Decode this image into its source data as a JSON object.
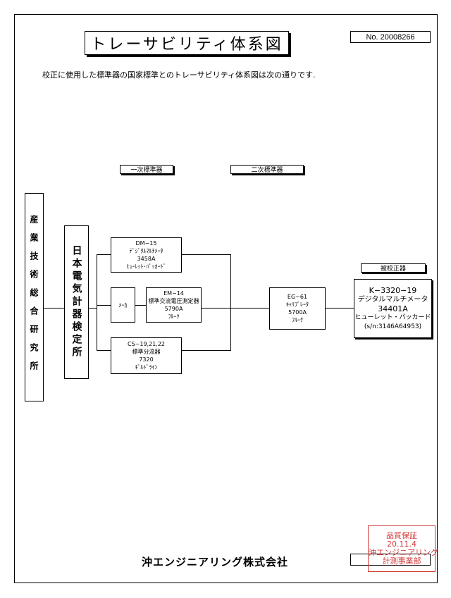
{
  "document": {
    "title": "トレーサビリティ体系図",
    "number": "No. 20008266",
    "intro": "校正に使用した標準器の国家標準とのトレーサビリティ体系図は次の通りです.",
    "company": "沖エンジニアリング株式会社"
  },
  "headers": {
    "primary": "一次標準器",
    "secondary": "二次標準器",
    "calibrated": "被校正器"
  },
  "nodes": {
    "aist": "産業技術総合研究所",
    "jemic": "日本電気計器検定所",
    "maker": "ﾒｰｶ",
    "dm15": [
      "DM−15",
      "ﾃﾞｼﾞﾀﾙﾏﾙﾁﾒｰﾀ",
      "3458A",
      "ﾋｭｰﾚｯﾄ･ﾊﾟｯｶｰﾄﾞ"
    ],
    "em14": [
      "EM−14",
      "標準交流電圧測定器",
      "5790A",
      "ﾌﾙｰｸ"
    ],
    "cs19": [
      "CS−19,21,22",
      "標準分流器",
      "7320",
      "ｷﾞﾙﾄﾞﾗｲﾝ"
    ],
    "eg61": [
      "EG−61",
      "ｷｬﾘﾌﾞﾚｰﾀ",
      "5700A",
      "ﾌﾙｰｸ"
    ],
    "target": [
      "K−3320−19",
      "デジタルマルチメータ",
      "34401A",
      "ヒューレット・パッカード",
      "(s/n:3146A64953)"
    ]
  },
  "stamp": {
    "lines": [
      "品質保証",
      "20.11.4",
      "沖エンジニアリング",
      "計測事業部"
    ]
  },
  "colors": {
    "stamp": "#d23a3a",
    "line": "#000000"
  }
}
